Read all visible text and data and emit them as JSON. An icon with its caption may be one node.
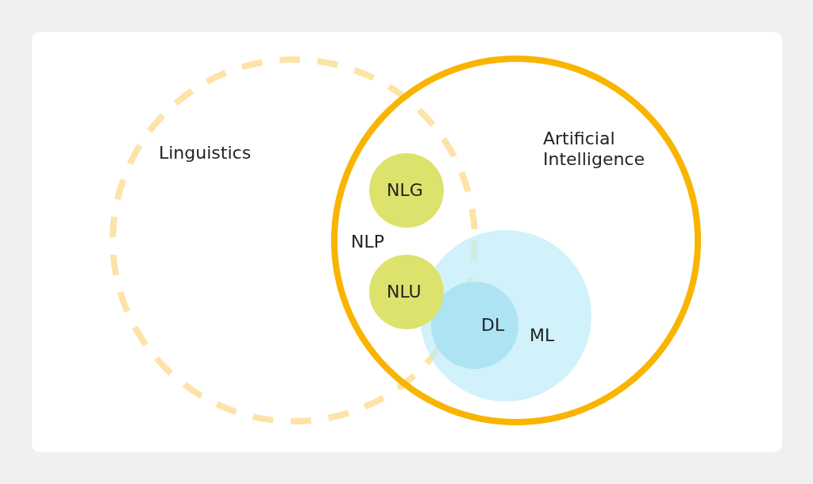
{
  "diagram": {
    "nodes": [
      {
        "text": [
          "Linguistics"
        ]
      },
      {
        "text": [
          "Artificial Intelligence"
        ]
      },
      {
        "text": [
          "NLG"
        ]
      },
      {
        "text": [
          "NLU"
        ]
      },
      {
        "text": [
          "ML"
        ],
        "in": 1
      },
      {
        "text": [
          "DL"
        ],
        "in": 4
      }
    ],
    "labels": [
      "NLP"
    ]
  }
}
